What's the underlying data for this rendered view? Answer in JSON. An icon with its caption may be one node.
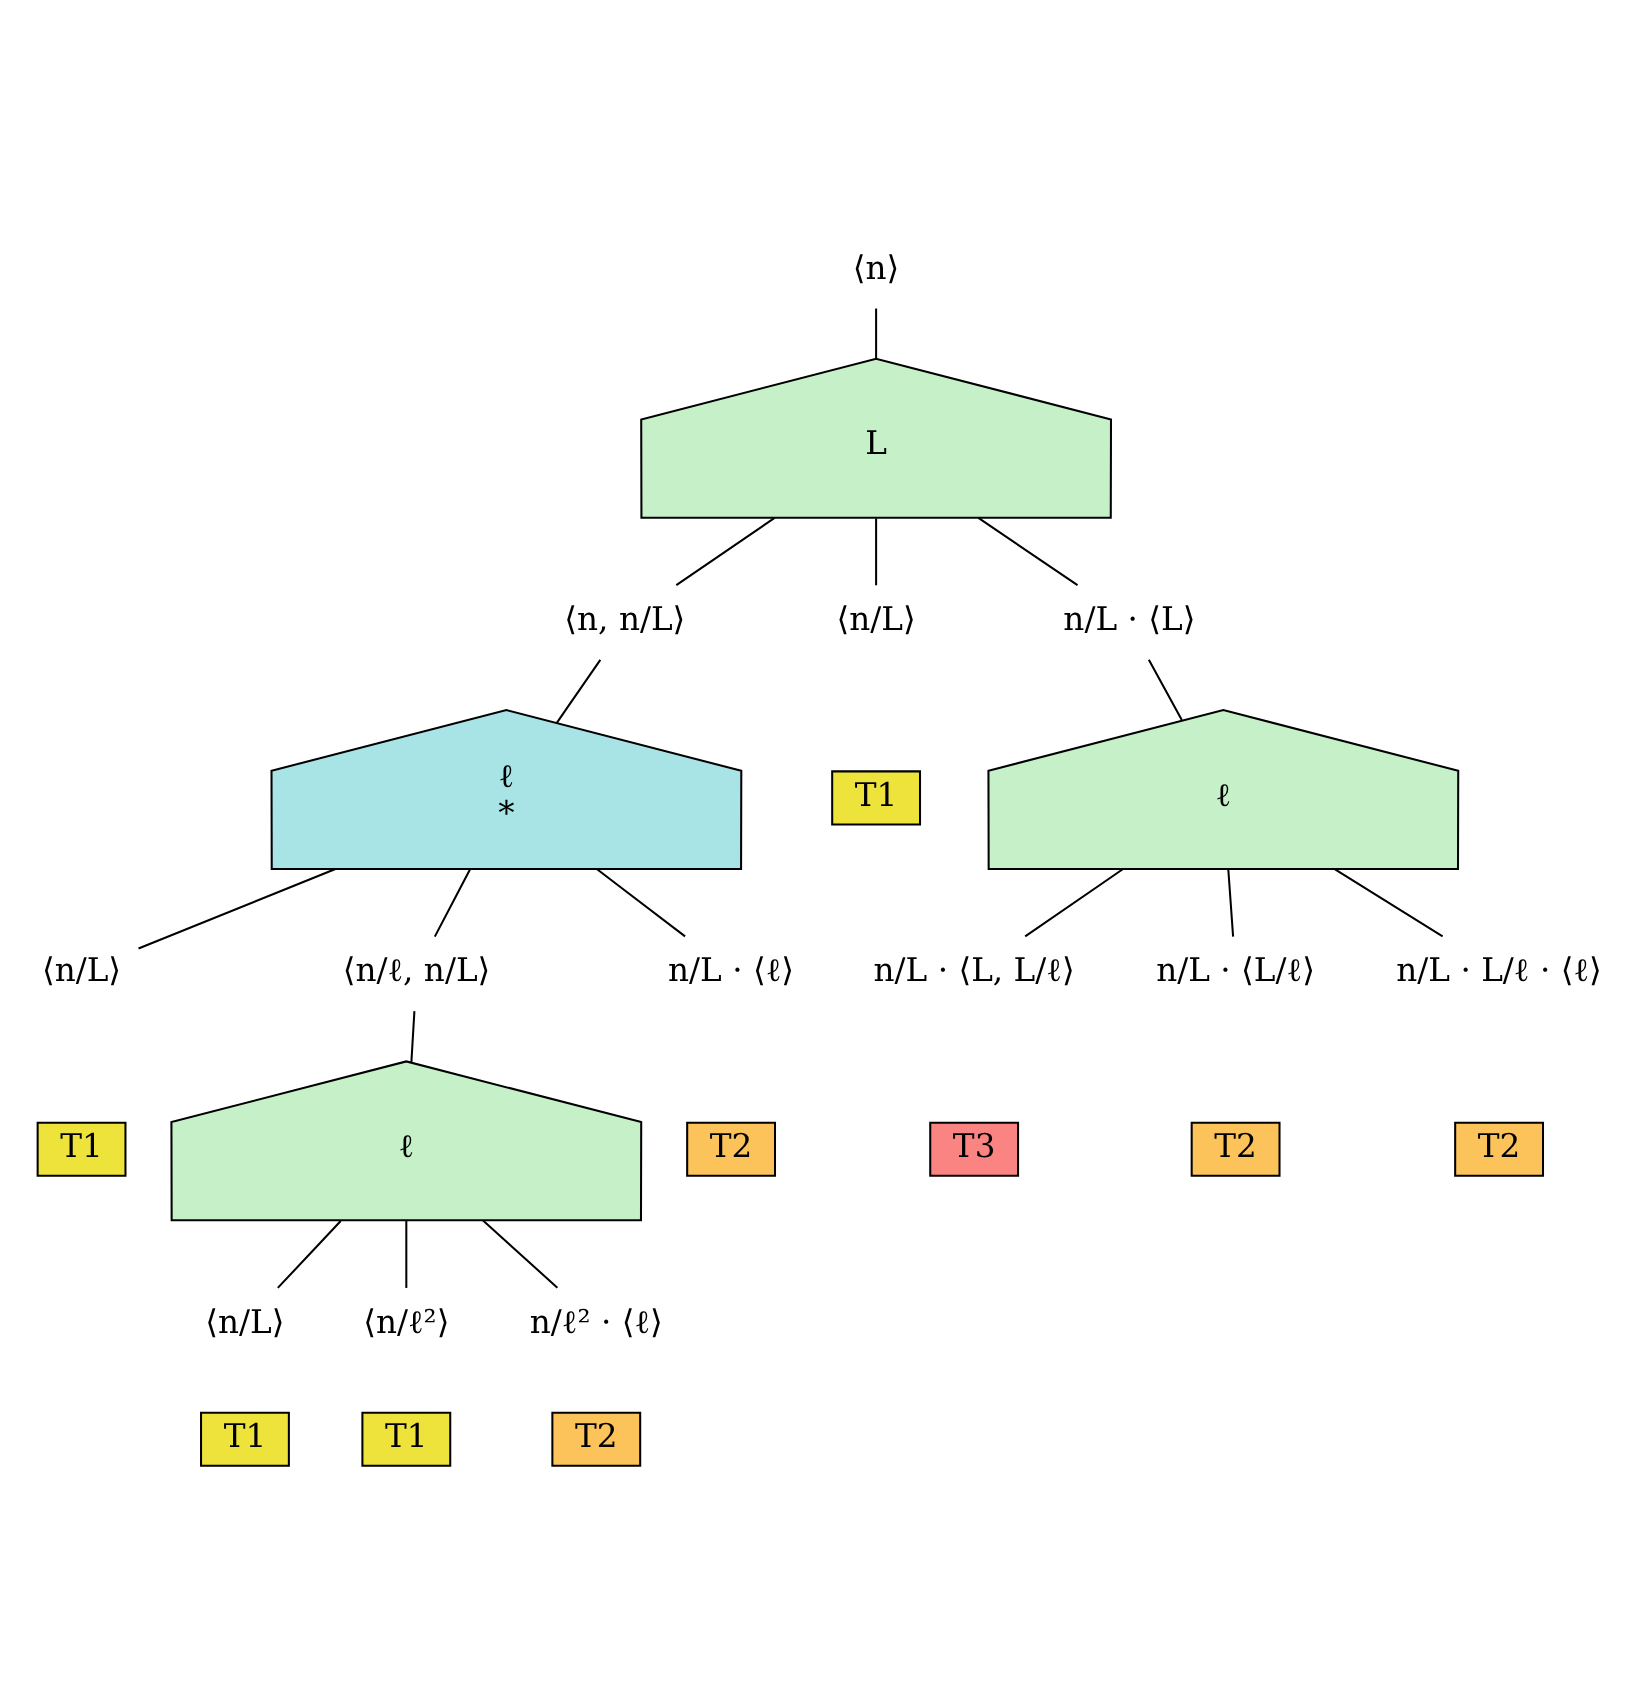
{
  "diagram": {
    "nodes": [
      {
        "text": [
          "⟨n⟩"
        ]
      },
      {
        "text": [
          "L"
        ]
      },
      {
        "text": [
          "⟨n, n/L⟩"
        ]
      },
      {
        "text": [
          "⟨n/L⟩"
        ]
      },
      {
        "text": [
          "T1"
        ]
      },
      {
        "text": [
          "n/L · ⟨L⟩"
        ]
      },
      {
        "text": [
          "ℓ",
          "*"
        ]
      },
      {
        "text": [
          "⟨n/L⟩"
        ]
      },
      {
        "text": [
          "T1"
        ]
      },
      {
        "text": [
          "⟨n/ℓ, n/L⟩"
        ]
      },
      {
        "text": [
          "n/L · ⟨ℓ⟩"
        ]
      },
      {
        "text": [
          "T2"
        ]
      },
      {
        "text": [
          "ℓ"
        ]
      },
      {
        "text": [
          "n/L · ⟨L, L/ℓ⟩"
        ]
      },
      {
        "text": [
          "T3"
        ]
      },
      {
        "text": [
          "n/L · ⟨L/ℓ⟩"
        ]
      },
      {
        "text": [
          "T2"
        ]
      },
      {
        "text": [
          "n/L · L/ℓ · ⟨ℓ⟩"
        ]
      },
      {
        "text": [
          "T2"
        ]
      },
      {
        "text": [
          "ℓ"
        ]
      },
      {
        "text": [
          "⟨n/L⟩"
        ]
      },
      {
        "text": [
          "T1"
        ]
      },
      {
        "text": [
          "⟨n/ℓ²⟩"
        ]
      },
      {
        "text": [
          "T1"
        ]
      },
      {
        "text": [
          "n/ℓ² · ⟨ℓ⟩"
        ]
      },
      {
        "text": [
          "T2"
        ]
      }
    ],
    "edges": [
      {
        "from": 0,
        "to": 1,
        "arrow": "none"
      },
      {
        "from": 1,
        "to": 2,
        "arrow": "none"
      },
      {
        "from": 1,
        "to": 3,
        "arrow": "none"
      },
      {
        "from": 1,
        "to": 5,
        "arrow": "none"
      },
      {
        "from": 2,
        "to": 6,
        "arrow": "none"
      },
      {
        "from": 5,
        "to": 12,
        "arrow": "none"
      },
      {
        "from": 6,
        "to": 7,
        "arrow": "none"
      },
      {
        "from": 6,
        "to": 9,
        "arrow": "none"
      },
      {
        "from": 6,
        "to": 10,
        "arrow": "none"
      },
      {
        "from": 12,
        "to": 13,
        "arrow": "none"
      },
      {
        "from": 12,
        "to": 15,
        "arrow": "none"
      },
      {
        "from": 12,
        "to": 17,
        "arrow": "none"
      },
      {
        "from": 9,
        "to": 19,
        "arrow": "none"
      },
      {
        "from": 19,
        "to": 20,
        "arrow": "none"
      },
      {
        "from": 19,
        "to": 22,
        "arrow": "none"
      },
      {
        "from": 19,
        "to": 24,
        "arrow": "none"
      }
    ]
  }
}
